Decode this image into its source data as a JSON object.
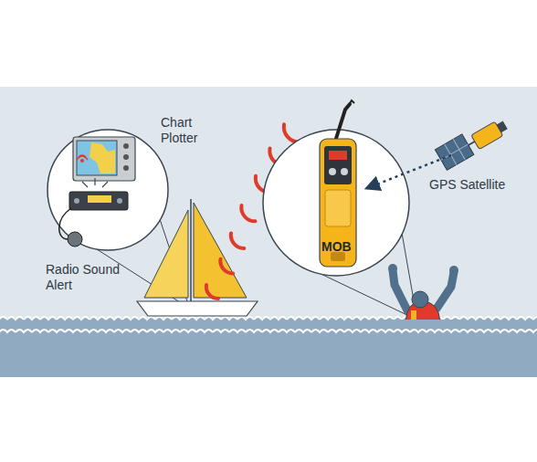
{
  "diagram": {
    "labels": [
      "Chart Plotter",
      "Radio Sound Alert",
      "MOB",
      "GPS Satellite"
    ]
  }
}
